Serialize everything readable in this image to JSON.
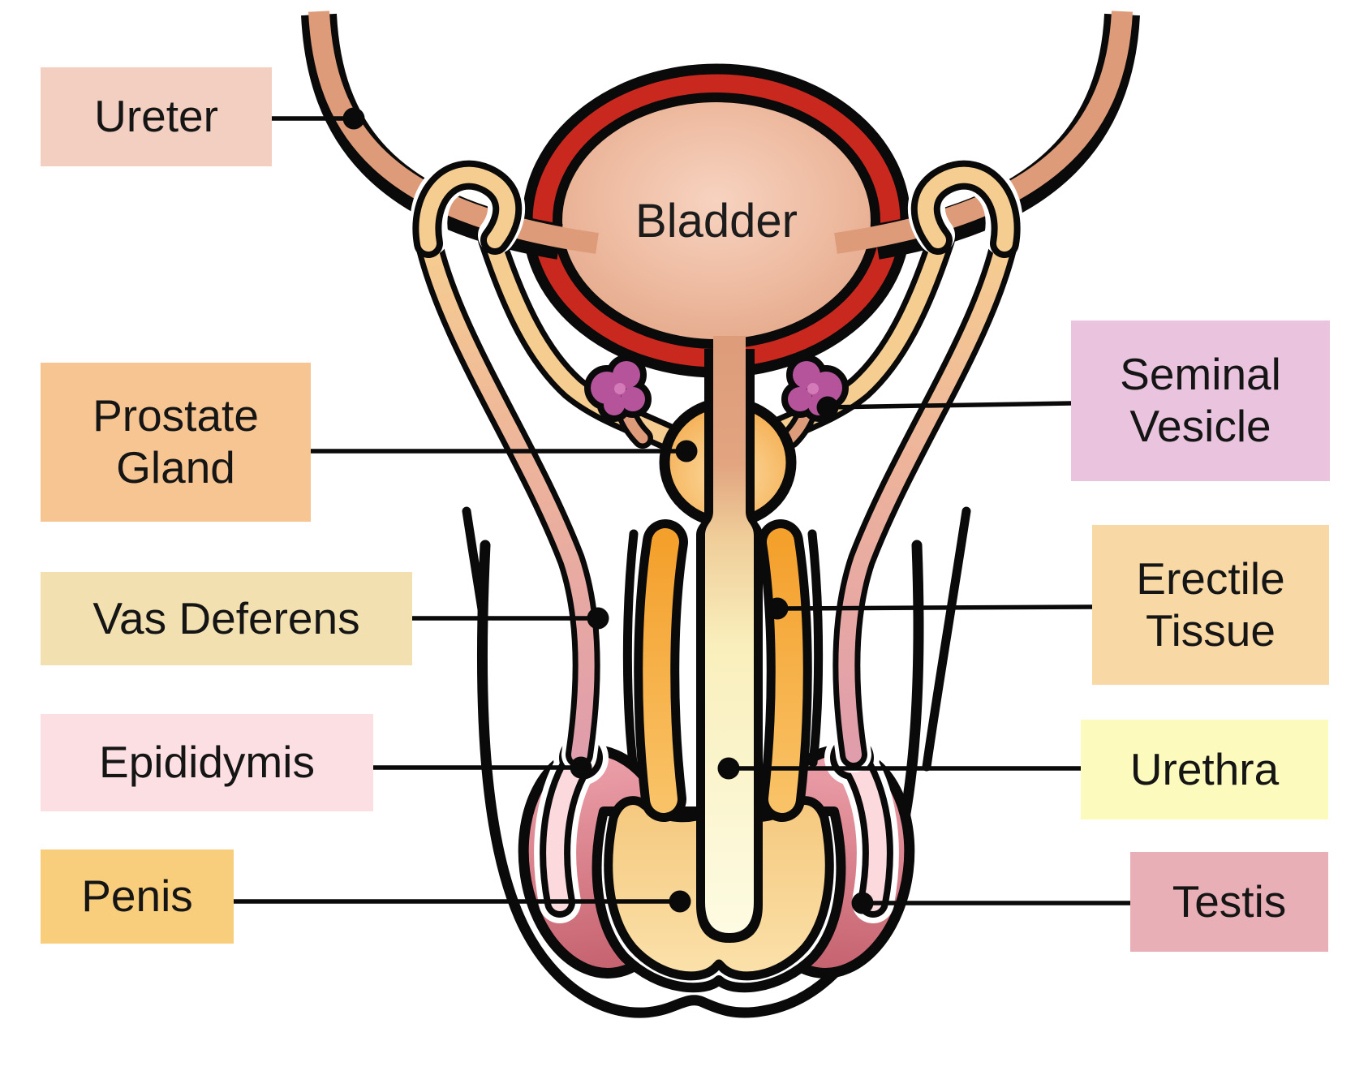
{
  "figure": {
    "bladder_text": "Bladder"
  },
  "labels": [
    {
      "id": "ureter",
      "text": "Ureter",
      "bg": "#f2cfc0"
    },
    {
      "id": "prostate-gland",
      "text": "Prostate Gland",
      "bg": "#f6c591"
    },
    {
      "id": "vas-deferens",
      "text": "Vas Deferens",
      "bg": "#f2e0b0"
    },
    {
      "id": "epididymis",
      "text": "Epididymis",
      "bg": "#fcdfe3"
    },
    {
      "id": "penis",
      "text": "Penis",
      "bg": "#f8cd7c"
    },
    {
      "id": "seminal-vesicle",
      "text": "Seminal Vesicle",
      "bg": "#eac4de"
    },
    {
      "id": "erectile-tissue",
      "text": "Erectile Tissue",
      "bg": "#f8d8a4"
    },
    {
      "id": "urethra",
      "text": "Urethra",
      "bg": "#fcfabc"
    },
    {
      "id": "testis",
      "text": "Testis",
      "bg": "#e8b0b6"
    }
  ],
  "colors": {
    "outline": "#0a0a0a",
    "bladder_wall_red": "#c9281e",
    "bladder_inner": "#e8ad8d",
    "ureter_tube": "#dd9b7a",
    "vas_deferens_upper": "#f6cd90",
    "vas_deferens_lower": "#e09dab",
    "seminal_vesicle": "#b5539b",
    "prostate": "#f2a33d",
    "erectile_tissue": "#f4a02c",
    "urethra_channel": "#fbf5c4",
    "testis": "#d87c88",
    "epididymis": "#fbd9dd",
    "glans": "#f7d190",
    "leader_line": "#0a0a0a"
  }
}
